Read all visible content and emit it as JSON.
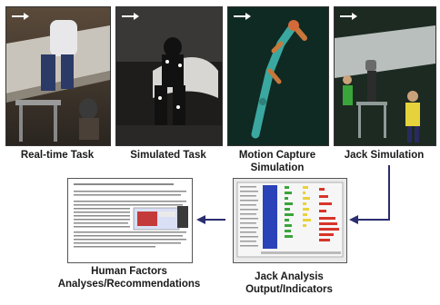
{
  "stages": [
    {
      "label": "Real-time Task"
    },
    {
      "label": "Simulated Task"
    },
    {
      "label": "Motion Capture",
      "label2": "Simulation"
    },
    {
      "label": "Jack Simulation"
    },
    {
      "label": "Jack Analysis",
      "label2": "Output/Indicators"
    },
    {
      "label": "Human Factors",
      "label2": "Analyses/Recommendations"
    }
  ],
  "colors": {
    "arrow": "#2a2d6e",
    "bar_blue": "#2b43b8",
    "bar_green": "#3aa53a",
    "bar_yellow": "#e8d23a",
    "bar_red": "#d8342a"
  }
}
